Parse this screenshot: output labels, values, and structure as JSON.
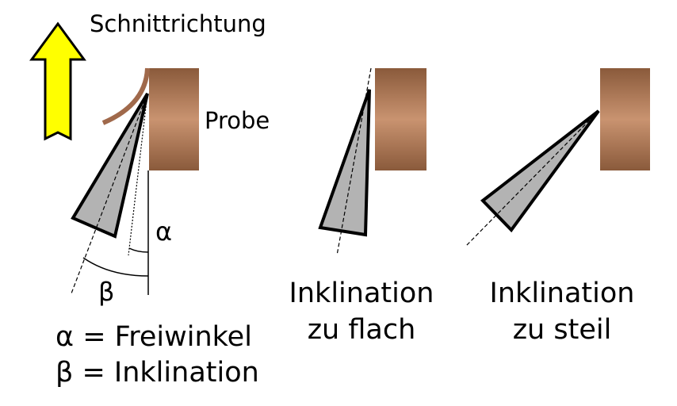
{
  "labels": {
    "direction": "Schnittrichtung",
    "sample": "Probe",
    "alpha": "α",
    "beta": "β",
    "too_flat_line1": "Inklination",
    "too_flat_line2": "zu flach",
    "too_steep_line1": "Inklination",
    "too_steep_line2": "zu steil",
    "legend_alpha": "α = Freiwinkel",
    "legend_beta": "β = Inklination"
  },
  "colors": {
    "arrow": "#ffff00",
    "knife": "#b3b3b3",
    "sample_edge": "#8a5a3b",
    "sample_center": "#c99370",
    "chip": "#a0694b"
  }
}
